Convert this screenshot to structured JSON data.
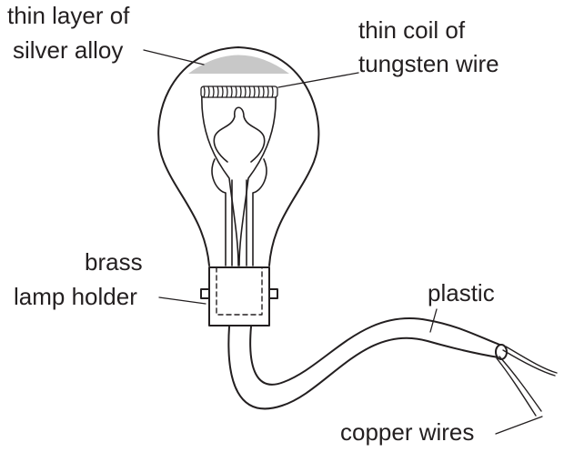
{
  "labels": {
    "silver_line1": "thin layer of",
    "silver_line2": "silver alloy",
    "coil_line1": "thin coil of",
    "coil_line2": "tungsten wire",
    "holder_line1": "brass",
    "holder_line2": "lamp holder",
    "plastic": "plastic",
    "copper": "copper wires"
  },
  "colors": {
    "ink": "#231f20",
    "silver_fill": "#c8c8c8",
    "background": "#ffffff"
  }
}
